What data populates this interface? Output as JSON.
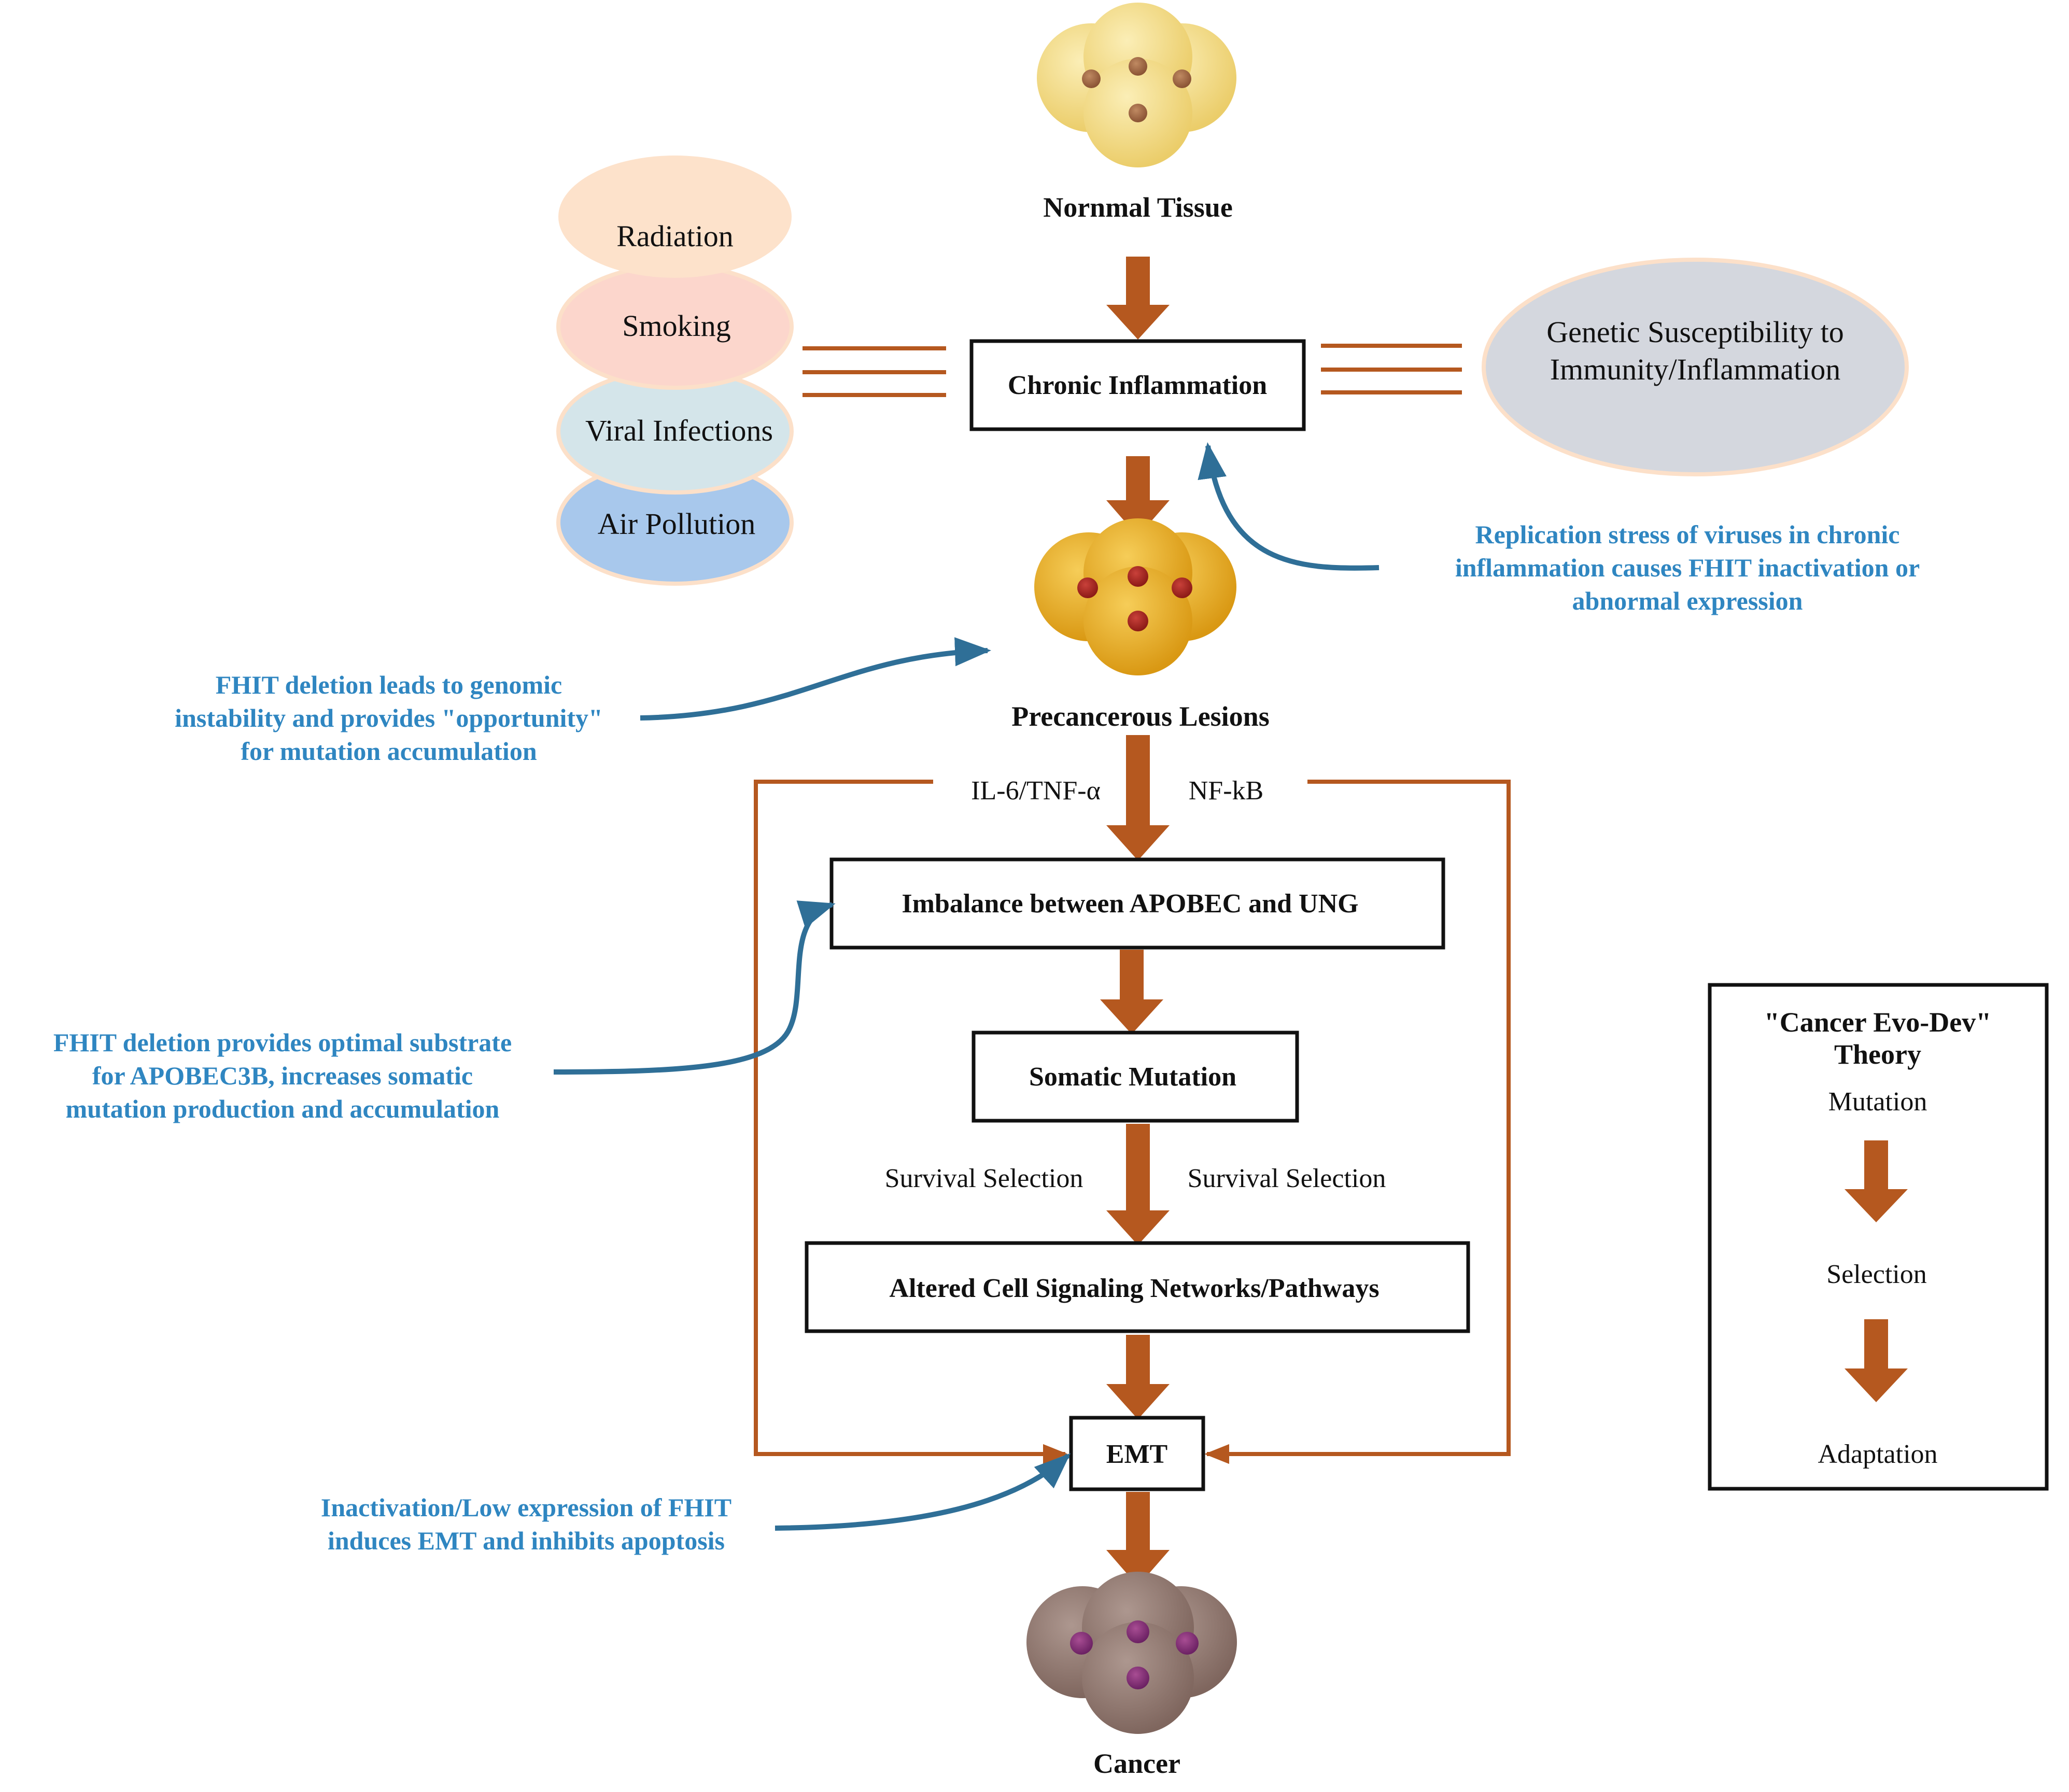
{
  "stages": {
    "normal_tissue": "Nornmal Tissue",
    "chronic_inflammation": "Chronic Inflammation",
    "precancerous_lesions": "Precancerous Lesions",
    "imbalance": "Imbalance between APOBEC and UNG",
    "somatic_mutation": "Somatic Mutation",
    "altered_signaling": "Altered Cell Signaling Networks/Pathways",
    "emt": "EMT",
    "cancer": "Cancer"
  },
  "risk_factors": [
    "Radiation",
    "Smoking",
    "Viral Infections",
    "Air Pollution"
  ],
  "genetic_susceptibility": [
    "Genetic Susceptibility to",
    "Immunity/Inflammation"
  ],
  "pathway_labels": {
    "il6": "IL-6/TNF-α",
    "nfkb": "NF-kB",
    "survival_left": "Survival Selection",
    "survival_right": "Survival Selection"
  },
  "annotations": {
    "replication_stress": [
      "Replication stress of viruses in chronic",
      "inflammation causes FHIT inactivation or",
      "abnormal expression"
    ],
    "genomic_instability": [
      "FHIT deletion leads to genomic",
      "instability and provides \"opportunity\"",
      "for mutation accumulation"
    ],
    "apobec_substrate": [
      "FHIT deletion provides optimal substrate",
      "for APOBEC3B, increases somatic",
      "mutation production and accumulation"
    ],
    "emt_induction": [
      "Inactivation/Low expression of FHIT",
      "induces EMT and inhibits apoptosis"
    ]
  },
  "theory_box": {
    "title": [
      "\"Cancer Evo-Dev\"",
      "Theory"
    ],
    "steps": [
      "Mutation",
      "Selection",
      "Adaptation"
    ]
  },
  "colors": {
    "arrow_brown": "#b5581f",
    "annotation_blue": "#2f86c1",
    "normal_cell": "#f0d77e",
    "precancer_cell": "#e6ac24",
    "cancer_cell": "#957c74",
    "radiation": "#fde2cb",
    "smoking": "#fcd6cc",
    "viral": "#d4e5ea",
    "air_pollution": "#a8c8ec",
    "genetic": "#d4d7de"
  }
}
